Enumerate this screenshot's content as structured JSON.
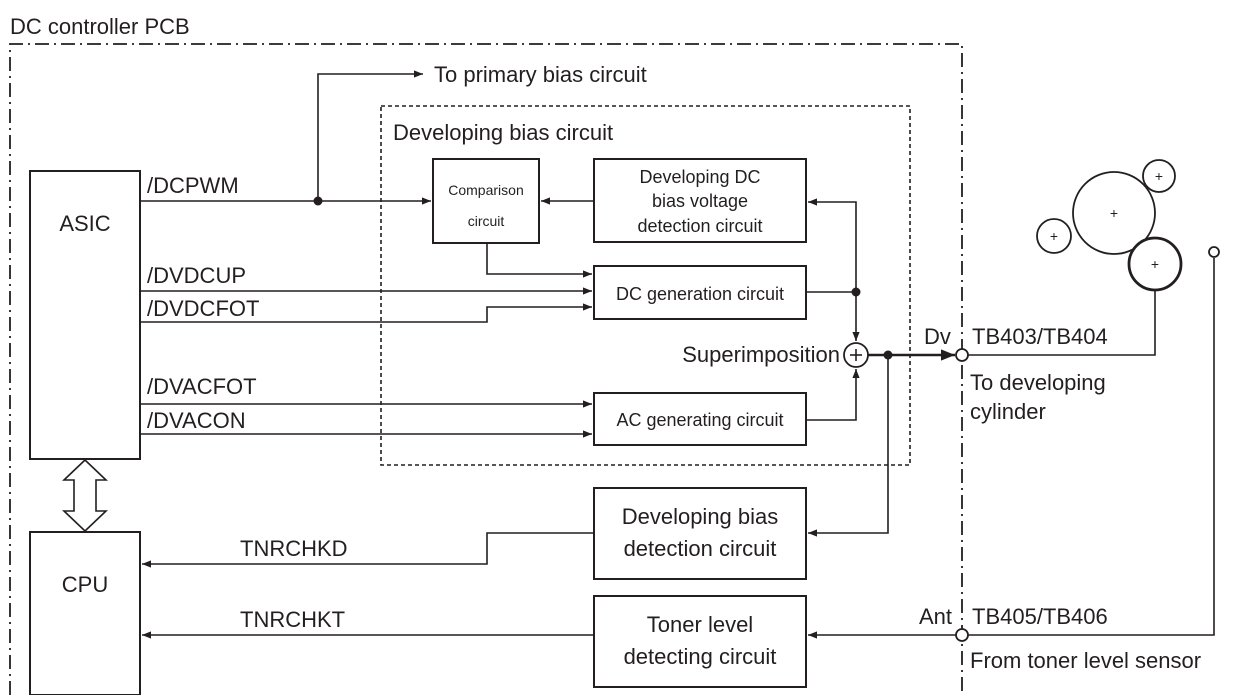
{
  "diagram": {
    "pcb_label": "DC controller PCB",
    "dev_bias_label": "Developing bias circuit",
    "blocks": {
      "asic": "ASIC",
      "cpu": "CPU",
      "comparison": [
        "Comparison",
        "circuit"
      ],
      "dc_detect": [
        "Developing DC",
        "bias voltage",
        "detection circuit"
      ],
      "dc_gen": "DC generation circuit",
      "ac_gen": "AC generating circuit",
      "bias_detect": [
        "Developing bias",
        "detection circuit"
      ],
      "toner_detect": [
        "Toner level",
        "detecting circuit"
      ]
    },
    "signals": {
      "dcpwm": "/DCPWM",
      "dvdcup": "/DVDCUP",
      "dvdcfot": "/DVDCFOT",
      "dvacfot": "/DVACFOT",
      "dvacon": "/DVACON",
      "tnrchkd": "TNRCHKD",
      "tnrchkt": "TNRCHKT"
    },
    "labels": {
      "primary_bias": "To primary bias circuit",
      "superimposition": "Superimposition",
      "dv": "Dv",
      "ant": "Ant",
      "tb_dev": "TB403/TB404",
      "to_dev_cyl": [
        "To developing",
        "cylinder"
      ],
      "tb_toner": "TB405/TB406",
      "from_toner": "From toner level sensor"
    },
    "rollers": {
      "mark": "+"
    }
  }
}
